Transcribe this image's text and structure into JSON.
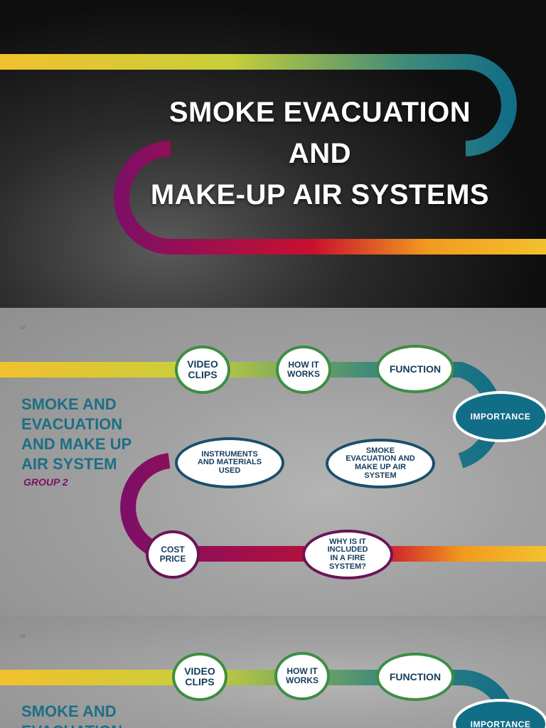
{
  "slide1": {
    "title_line1": "SMOKE EVACUATION",
    "title_line2": "AND",
    "title_line3": "MAKE-UP AIR SYSTEMS"
  },
  "slide2": {
    "slide_number": "02",
    "heading": [
      "SMOKE AND",
      "EVACUATION",
      "AND MAKE UP",
      "AIR SYSTEM"
    ],
    "group_label": "GROUP 2",
    "nodes": {
      "video_clips": "VIDEO CLIPS",
      "how_it_works": "HOW IT WORKS",
      "function": "FUNCTION",
      "importance": "IMPORTANCE",
      "smoke_evacuation": "SMOKE EVACUATION AND MAKE UP AIR SYSTEM",
      "instruments": "INSTRUMENTS AND MATERIALS USED",
      "cost_price": "COST PRICE",
      "why_included": "WHY IS IT INCLUDED IN A FIRE SYSTEM?"
    }
  },
  "slide3": {
    "slide_number": "02",
    "heading": [
      "SMOKE AND",
      "EVACUATION"
    ],
    "nodes": {
      "video_clips": "VIDEO CLIPS",
      "how_it_works": "HOW IT WORKS",
      "function": "FUNCTION",
      "importance": "IMPORTANCE"
    }
  },
  "colors": {
    "yellow": "#f2c12e",
    "lime": "#c8cf3a",
    "teal": "#126d86",
    "plum": "#7e0f66",
    "red": "#c8102e",
    "orange": "#f29a1f",
    "heading_teal": "#1c6f85"
  }
}
